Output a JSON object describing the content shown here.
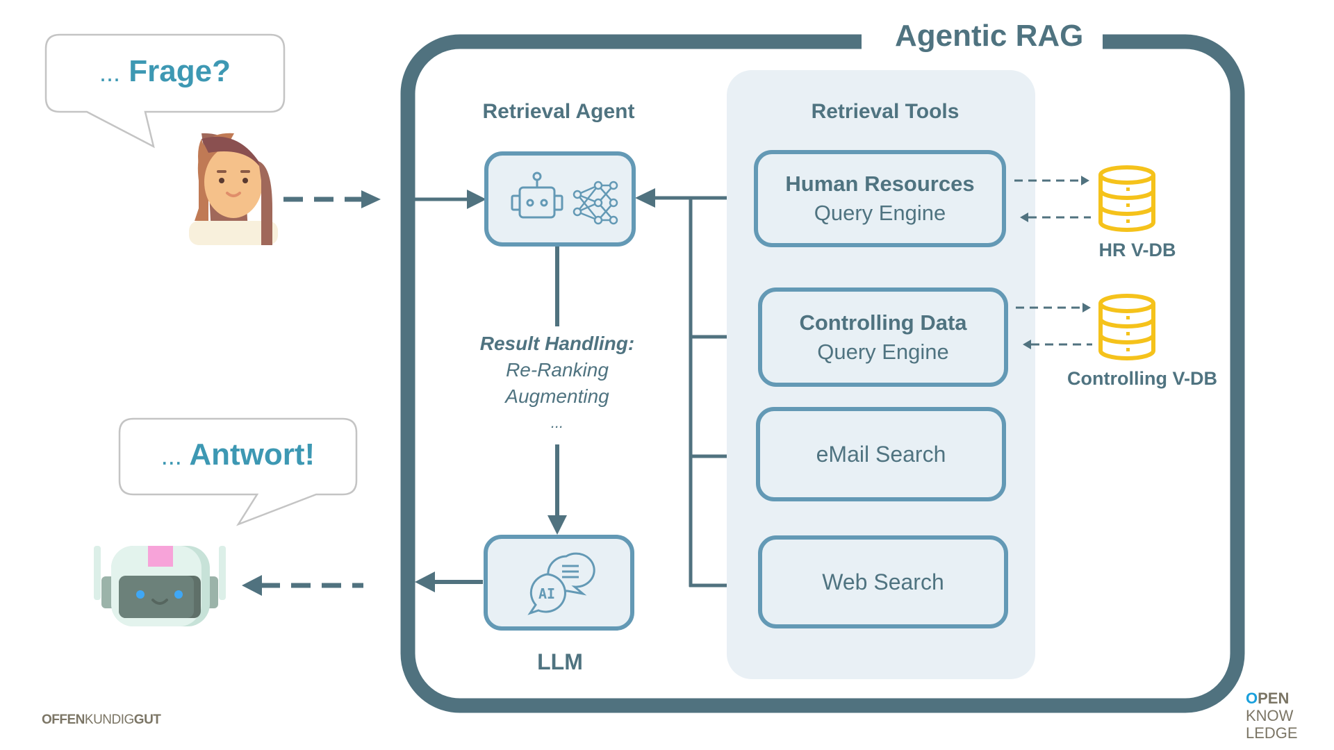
{
  "title": "Agentic RAG",
  "user": {
    "bubble_dots": "...",
    "bubble_text": "Frage?",
    "avatar_icon": "woman-avatar-icon"
  },
  "answer": {
    "bubble_dots": "...",
    "bubble_text": "Antwort!",
    "avatar_icon": "robot-avatar-icon"
  },
  "agent": {
    "label": "Retrieval Agent",
    "icons": [
      "robot-icon",
      "neural-network-icon"
    ]
  },
  "result_handling": {
    "heading": "Result Handling:",
    "items": [
      "Re-Ranking",
      "Augmenting",
      "..."
    ]
  },
  "llm": {
    "label": "LLM",
    "icon": "ai-chat-bubbles-icon",
    "icon_text": "AI"
  },
  "tools": {
    "label": "Retrieval Tools",
    "items": [
      {
        "title": "Human Resources",
        "subtitle": "Query Engine"
      },
      {
        "title": "Controlling Data",
        "subtitle": "Query Engine"
      },
      {
        "title": "",
        "subtitle": "eMail Search"
      },
      {
        "title": "",
        "subtitle": "Web Search"
      }
    ]
  },
  "databases": [
    {
      "label": "HR V-DB",
      "icon": "database-icon"
    },
    {
      "label": "Controlling V-DB",
      "icon": "database-icon"
    }
  ],
  "footer": {
    "left_logo": {
      "part1": "OFFEN",
      "part2": "KUNDIG",
      "part3": "GUT"
    },
    "right_logo": {
      "line1_mark": "O",
      "line1": "PEN",
      "line2": "KNOW",
      "line3": "LEDGE"
    }
  },
  "colors": {
    "frame": "#50727f",
    "box_border": "#6399b5",
    "box_fill": "#e8f0f5",
    "panel_fill": "#e9f0f5",
    "bubble_text": "#3d98b3",
    "database": "#f5c21b",
    "logo_blue": "#1aa0dc"
  }
}
